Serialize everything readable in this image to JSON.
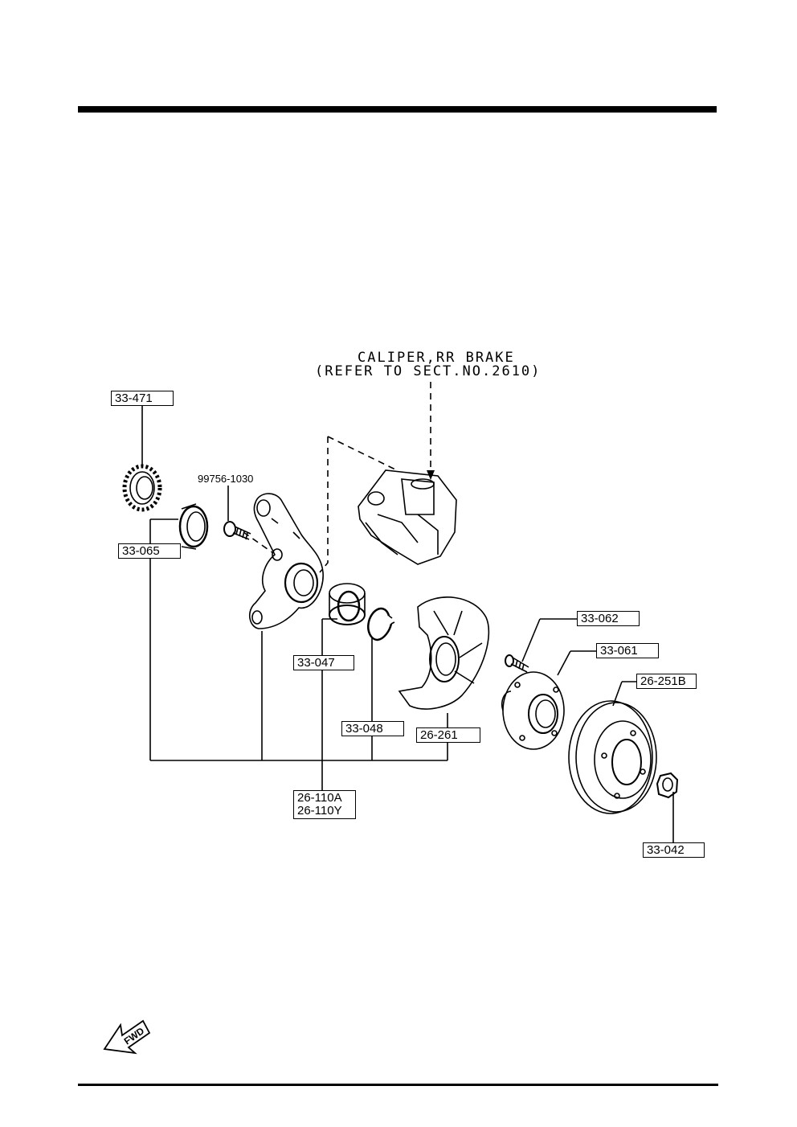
{
  "callout_note": {
    "line1": "CALIPER,RR BRAKE",
    "line2": "(REFER TO SECT.NO.2610)"
  },
  "fastener_label": "99756-1030",
  "parts": {
    "sensor_ring": "33-471",
    "seal": "33-065",
    "bearing": "33-047",
    "snap_ring": "33-048",
    "dust_shield": "26-261",
    "knuckle_a": "26-110A",
    "knuckle_y": "26-110Y",
    "hub_bolt": "33-062",
    "hub": "33-061",
    "disc": "26-251B",
    "nut": "33-042"
  },
  "fwd_badge": "FWD"
}
